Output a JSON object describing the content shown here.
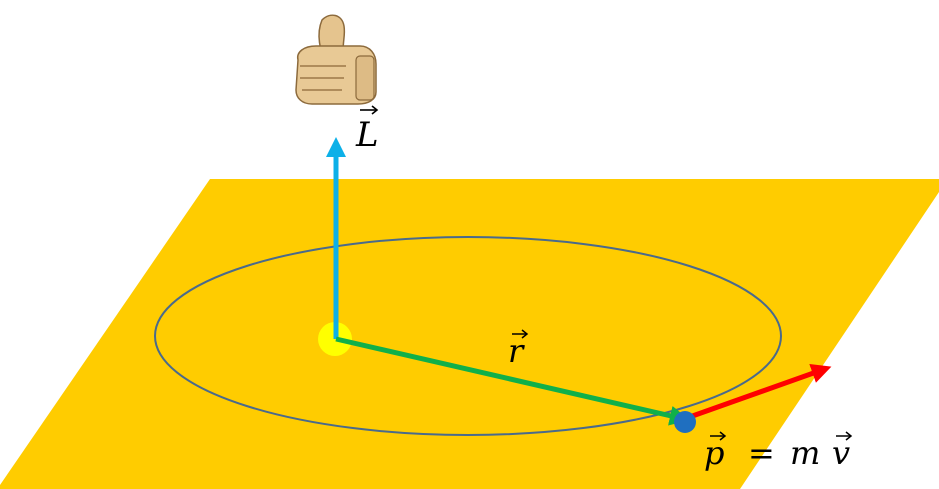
{
  "diagram": {
    "labels": {
      "angular_momentum": "L",
      "position": "r",
      "momentum_lhs": "p",
      "momentum_eq": "=",
      "momentum_mass": "m",
      "momentum_velocity": "v"
    },
    "icons": {
      "hand": "thumbs-up-icon"
    },
    "colors": {
      "plane": "#FFCC00",
      "orbit": "#4A6A8C",
      "sun": "#FFFF00",
      "angular_momentum_vector": "#0CB0E8",
      "position_vector": "#10B04A",
      "momentum_vector": "#FF0000",
      "particle": "#1F6FC0"
    }
  }
}
